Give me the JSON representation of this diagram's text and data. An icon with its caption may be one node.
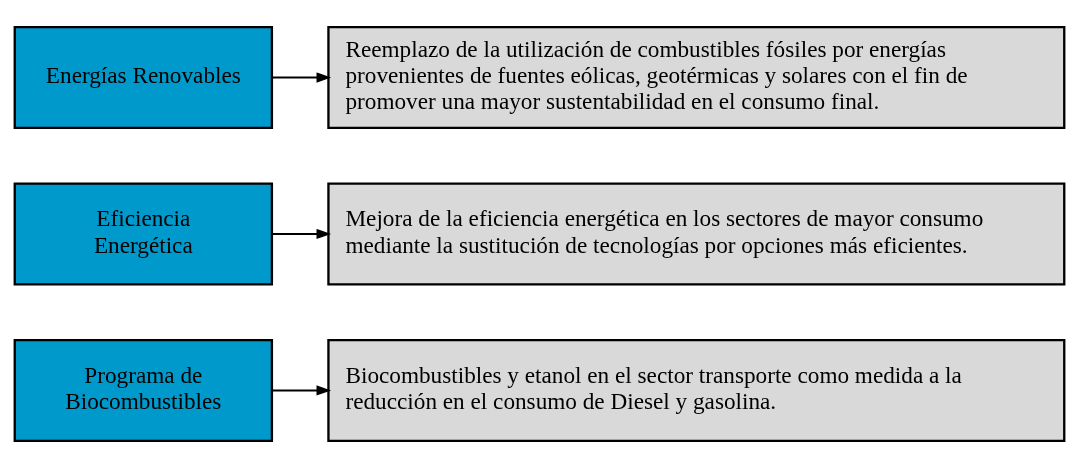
{
  "diagram": {
    "nodes": [
      {
        "text": [
          "Energías Renovables"
        ]
      },
      {
        "text": [
          "Reemplazo de la utilización de combustibles fósiles por energías provenientes de fuentes eólicas, geotérmicas y solares con el fin de promover una mayor sustentabilidad en el consumo final."
        ]
      },
      {
        "text": [
          "Eficiencia Energética"
        ]
      },
      {
        "text": [
          "Mejora de la eficiencia energética en los sectores de mayor consumo mediante la sustitución de tecnologías por opciones más eficientes."
        ]
      },
      {
        "text": [
          "Programa de Biocombustibles"
        ]
      },
      {
        "text": [
          "Biocombustibles y etanol en el sector transporte como medida a la reducción en el consumo de Diesel y gasolina."
        ]
      }
    ],
    "edges": [
      {
        "from": 0,
        "to": 1,
        "arrow": "to"
      },
      {
        "from": 2,
        "to": 3,
        "arrow": "to"
      },
      {
        "from": 4,
        "to": 5,
        "arrow": "to"
      }
    ]
  }
}
